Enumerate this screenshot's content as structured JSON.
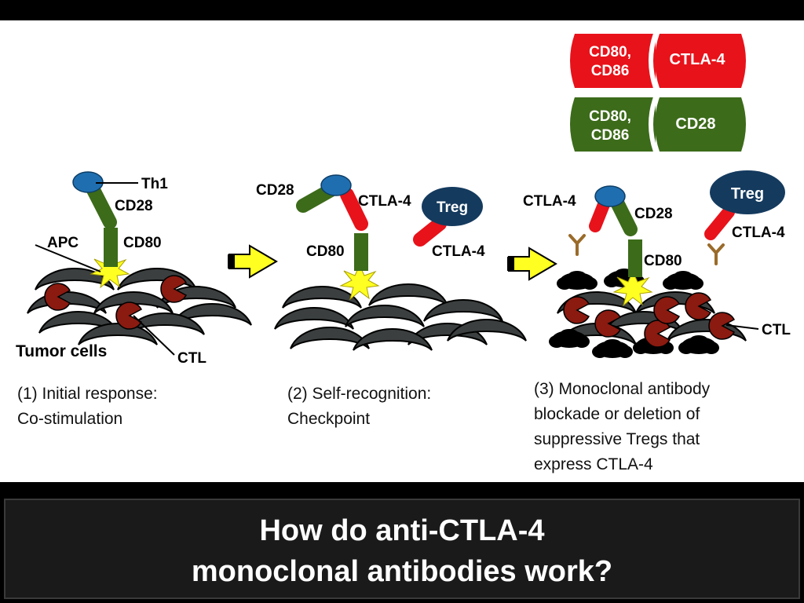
{
  "legend": {
    "red_left": [
      "CD80,",
      "CD86"
    ],
    "red_right": "CTLA-4",
    "green_left": [
      "CD80,",
      "CD86"
    ],
    "green_right": "CD28"
  },
  "panel1": {
    "th1": "Th1",
    "cd28": "CD28",
    "apc": "APC",
    "cd80": "CD80",
    "tumor": "Tumor cells",
    "ctl": "CTL",
    "caption": [
      "(1) Initial response:",
      "Co-stimulation"
    ]
  },
  "panel2": {
    "cd28": "CD28",
    "ctla4_a": "CTLA-4",
    "treg": "Treg",
    "cd80": "CD80",
    "ctla4_b": "CTLA-4",
    "caption": [
      "(2) Self-recognition:",
      "Checkpoint"
    ]
  },
  "panel3": {
    "ctla4_a": "CTLA-4",
    "cd28": "CD28",
    "treg": "Treg",
    "ctla4_b": "CTLA-4",
    "cd80": "CD80",
    "ctl": "CTL",
    "caption": [
      "(3) Monoclonal antibody",
      "blockade or deletion of",
      "suppressive Tregs that",
      "express CTLA-4"
    ]
  },
  "footer": {
    "line1": "How do anti-CTLA-4",
    "line2": "monoclonal antibodies work?"
  },
  "colors": {
    "red": "#e8121a",
    "green": "#3c6b1a",
    "blue": "#1f6fb0",
    "navy": "#143a5e",
    "maroon": "#8b1a10",
    "yellow": "#ffff22",
    "tumor": "#3b3f3f",
    "antibody": "#9a6b2a"
  }
}
